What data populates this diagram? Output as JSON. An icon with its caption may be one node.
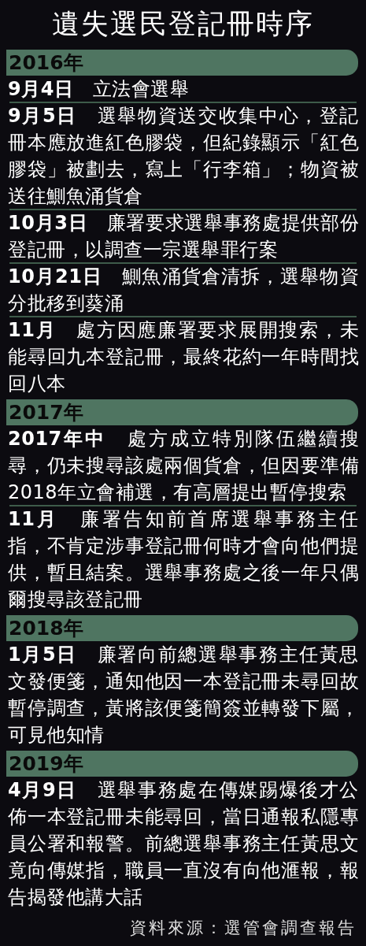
{
  "diagram": {
    "title": "遺失選民登記冊時序",
    "nodes": [
      {
        "text": [
          "2016年"
        ]
      },
      {
        "text": [
          "2017年"
        ]
      },
      {
        "text": [
          "2018年"
        ]
      },
      {
        "text": [
          "2019年"
        ]
      }
    ],
    "labels": [
      "**9月4日**　立法會選舉",
      "**9月5日**　選舉物資送交收集中心，登記冊本應放進紅色膠袋，但紀錄顯示「紅色膠袋」被劃去，寫上「行李箱」；物資被送往鰂魚涌貨倉",
      "**10月3日**　廉署要求選舉事務處提供部份登記冊，以調查一宗選舉罪行案",
      "**10月21日**　鰂魚涌貨倉清拆，選舉物資分批移到葵涌",
      "**11月**　處方因應廉署要求展開搜索，未能尋回九本登記冊，最終花約一年時間找回八本",
      "**2017年中**　處方成立特別隊伍繼續搜尋，仍未搜尋該處兩個貨倉，但因要準備2018年立會補選，有高層提出暫停搜索",
      "**11月**　廉署告知前首席選舉事務主任指，不肯定涉事登記冊何時才會向他們提供，暫且結案。選舉事務處之後一年只偶爾搜尋該登記冊",
      "**1月5日**　廉署向前總選舉事務主任黃思文發便箋，通知他因一本登記冊未尋回故暫停調查，黃將該便箋簡簽並轉發下屬，可見他知情",
      "**4月9日**　選舉事務處在傳媒踢爆後才公佈一本登記冊未能尋回，當日通報私隱專員公署和報警。前總選舉事務主任黃思文竟向傳媒指，職員一直沒有向他滙報，報告揭發他講大話"
    ],
    "caption": "資料來源：選管會調查報告"
  }
}
